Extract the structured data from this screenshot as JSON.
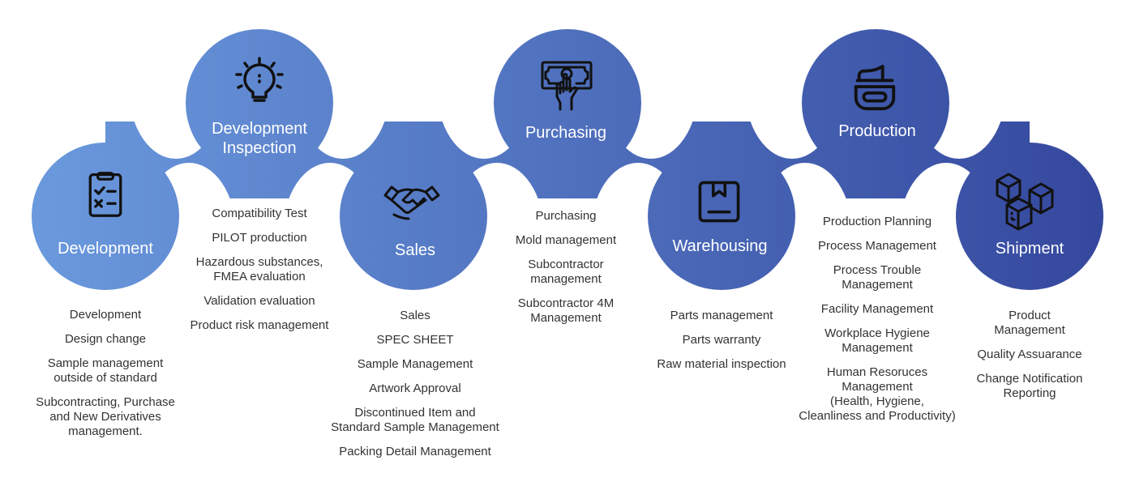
{
  "colors": {
    "gradient_start": "#6b9ade",
    "gradient_end": "#34479d",
    "icon": "#111111",
    "title": "#ffffff",
    "list_text": "#333333"
  },
  "steps": [
    {
      "id": "development",
      "title": "Development",
      "icon": "checklist-icon",
      "position": "bottom",
      "items": [
        "Development",
        "Design change",
        "Sample management\noutside of standard",
        "Subcontracting, Purchase\nand New Derivatives\nmanagement."
      ]
    },
    {
      "id": "development-inspection",
      "title": "Development\nInspection",
      "icon": "lightbulb-icon",
      "position": "top",
      "items": [
        "Compatibility Test",
        "PILOT production",
        "Hazardous substances,\nFMEA evaluation",
        "Validation evaluation",
        "Product risk management"
      ]
    },
    {
      "id": "sales",
      "title": "Sales",
      "icon": "handshake-icon",
      "position": "bottom",
      "items": [
        "Sales",
        "SPEC SHEET",
        "Sample Management",
        "Artwork Approval",
        "Discontinued Item and\nStandard Sample Management",
        "Packing Detail Management"
      ]
    },
    {
      "id": "purchasing",
      "title": "Purchasing",
      "icon": "payment-hand-icon",
      "position": "top",
      "items": [
        "Purchasing",
        "Mold management",
        "Subcontractor\nmanagement",
        "Subcontractor 4M\nManagement"
      ]
    },
    {
      "id": "warehousing",
      "title": "Warehousing",
      "icon": "box-icon",
      "position": "bottom",
      "items": [
        "Parts management",
        "Parts  warranty",
        "Raw material inspection"
      ]
    },
    {
      "id": "production",
      "title": "Production",
      "icon": "cream-jar-icon",
      "position": "top",
      "items": [
        "Production Planning",
        "Process Management",
        "Process Trouble\nManagement",
        "Facility Management",
        "Workplace Hygiene\nManagement",
        "Human Resoruces\nManagement\n(Health, Hygiene,\nCleanliness and Productivity)"
      ]
    },
    {
      "id": "shipment",
      "title": "Shipment",
      "icon": "boxes-icon",
      "position": "bottom",
      "items": [
        "Product\nManagement",
        "Quality Assuarance",
        "Change Notification\nReporting"
      ]
    }
  ]
}
